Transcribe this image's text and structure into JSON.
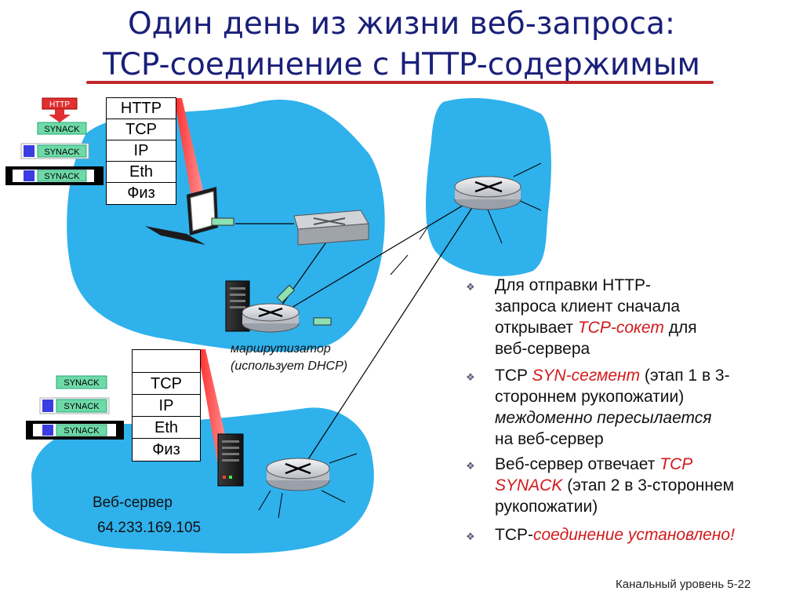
{
  "title": {
    "line1": "Один день из жизни веб-запроса:",
    "line2": "TCP-соединение с HTTP-содержимым"
  },
  "client_stack": [
    "HTTP",
    "TCP",
    "IP",
    "Eth",
    "Физ"
  ],
  "server_stack": [
    "",
    "TCP",
    "IP",
    "Eth",
    "Физ"
  ],
  "client_packets": {
    "top_label": "HTTP",
    "tcp": "SYNACK",
    "ip": "SYNACK",
    "eth": "SYNACK"
  },
  "server_packets": {
    "tcp": "SYNACK",
    "ip": "SYNACK",
    "eth": "SYNACK"
  },
  "router_label": {
    "line1": "маршрутизатор",
    "line2": "(использует DHCP)"
  },
  "webserver": {
    "label": "Веб-сервер",
    "ip": "64.233.169.105"
  },
  "bullets": [
    {
      "a": "Для отправки HTTP-",
      "b": "запроса клиент сначала",
      "c_pre": "открывает ",
      "c_em": "TCP-сокет",
      "c_post": " для",
      "d": "веб-сервера"
    },
    {
      "a_pre": "TCP ",
      "a_em": "SYN-сегмент",
      "a_post": " (этап 1 в 3-",
      "b": "стороннем рукопожатии)",
      "c": "междоменно пересылается",
      "d": "на веб-сервер"
    },
    {
      "a_pre": "Веб-сервер отвечает ",
      "a_em": "TCP",
      "b_em": "SYNACK",
      "b_post": " (этап 2 в 3-стороннем",
      "c": "рукопожатии)"
    },
    {
      "a_pre": "TCP-",
      "a_em": "соединение установлено!"
    }
  ],
  "footer": "Канальный уровень 5-22",
  "colors": {
    "title": "#1a1f7a",
    "underline": "#c0282c",
    "cloud": "#2fb1ec",
    "highlight": "#d11a1a",
    "packet_green": "#6fd9a8",
    "packet_blue": "#3a3de0"
  }
}
